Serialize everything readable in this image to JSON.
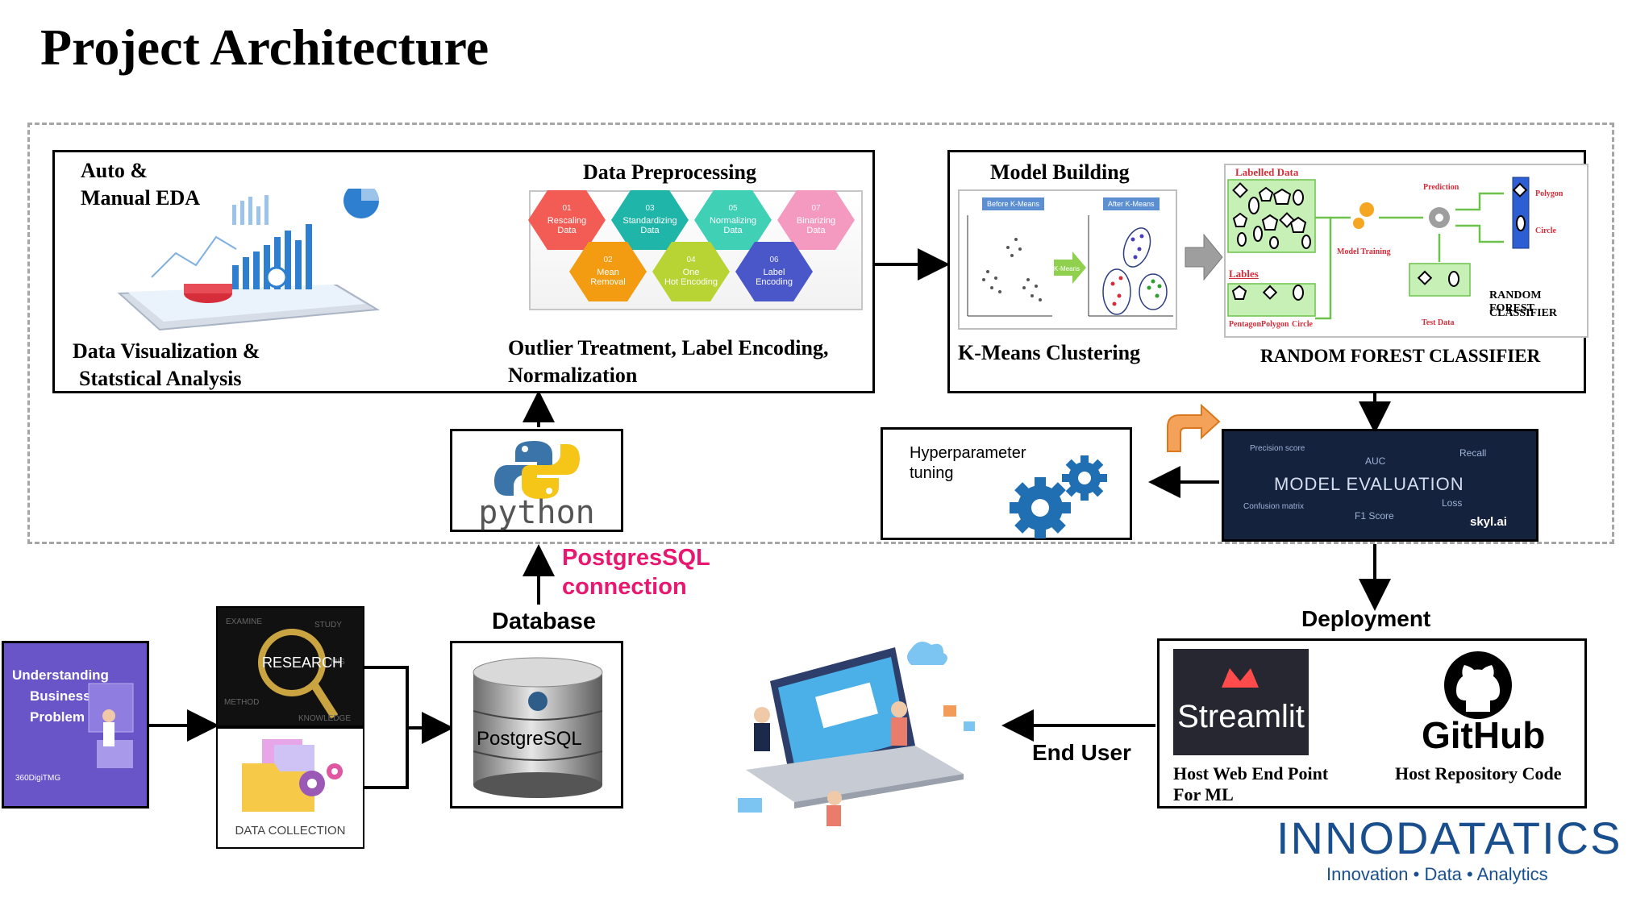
{
  "title": "Project Architecture",
  "eda": {
    "heading_1": "Auto &",
    "heading_2": "Manual EDA",
    "caption_1": "Data Visualization  &",
    "caption_2": "Statstical Analysis"
  },
  "preprocessing": {
    "heading": "Data Preprocessing",
    "steps": [
      {
        "num": "01",
        "label_1": "Rescaling",
        "label_2": "Data",
        "color": "#f25c54"
      },
      {
        "num": "03",
        "label_1": "Standardizing",
        "label_2": "Data",
        "color": "#1fb5a8"
      },
      {
        "num": "05",
        "label_1": "Normalizing",
        "label_2": "Data",
        "color": "#3fd0b6"
      },
      {
        "num": "07",
        "label_1": "Binarizing",
        "label_2": "Data",
        "color": "#f49ac1"
      },
      {
        "num": "02",
        "label_1": "Mean",
        "label_2": "Removal",
        "color": "#f39c12"
      },
      {
        "num": "04",
        "label_1": "One",
        "label_2": "Hot Encoding",
        "color": "#b7d334"
      },
      {
        "num": "06",
        "label_1": "Label",
        "label_2": "Encoding",
        "color": "#4a57c9"
      }
    ],
    "caption_1": "Outlier Treatment, Label Encoding,",
    "caption_2": "Normalization"
  },
  "model": {
    "heading": "Model Building",
    "kmeans_before": "Before K-Means",
    "kmeans_after": "After K-Means",
    "kmeans_arrow": "K-Means",
    "kmeans_caption": "K-Means Clustering",
    "rf_labelled": "Labelled Data",
    "rf_labels": "Lables",
    "rf_pentagon": "Pentagon",
    "rf_polygon": "Polygon",
    "rf_circle": "Circle",
    "rf_model_training": "Model Training",
    "rf_prediction": "Prediction",
    "rf_test_data": "Test Data",
    "rf_out_polygon": "Polygon",
    "rf_out_circle": "Circle",
    "rf_inner_1": "RANDOM FOREST",
    "rf_inner_2": "CLASSIFIER",
    "rf_caption": "RANDOM FOREST CLASSIFIER"
  },
  "hyper": {
    "line_1": "Hyperparameter",
    "line_2": "tuning"
  },
  "evaluation": {
    "title": "MODEL  EVALUATION",
    "precision": "Precision score",
    "auc": "AUC",
    "recall": "Recall",
    "confusion": "Confusion matrix",
    "loss": "Loss",
    "f1": "F1 Score",
    "brand": "skyl.ai"
  },
  "python": {
    "label": "python"
  },
  "connection": {
    "line_1": "PostgresSQL",
    "line_2": "connection",
    "color": "#e8176f"
  },
  "database": {
    "heading": "Database",
    "label": "PostgreSQL"
  },
  "understanding": {
    "line_1": "Understanding",
    "line_2": "Business",
    "line_3": "Problem",
    "brand": "360DigiTMG"
  },
  "research": {
    "label": "RESEARCH"
  },
  "collection": {
    "label": "DATA COLLECTION"
  },
  "deployment": {
    "heading": "Deployment",
    "streamlit": "Streamlit",
    "streamlit_caption_1": "Host Web End Point",
    "streamlit_caption_2": "For ML",
    "github": "GitHub",
    "github_caption": "Host Repository Code"
  },
  "end_user": "End User",
  "logo": {
    "name": "INNODATATICS",
    "tagline": "Innovation • Data • Analytics",
    "color": "#1a4f8f"
  }
}
